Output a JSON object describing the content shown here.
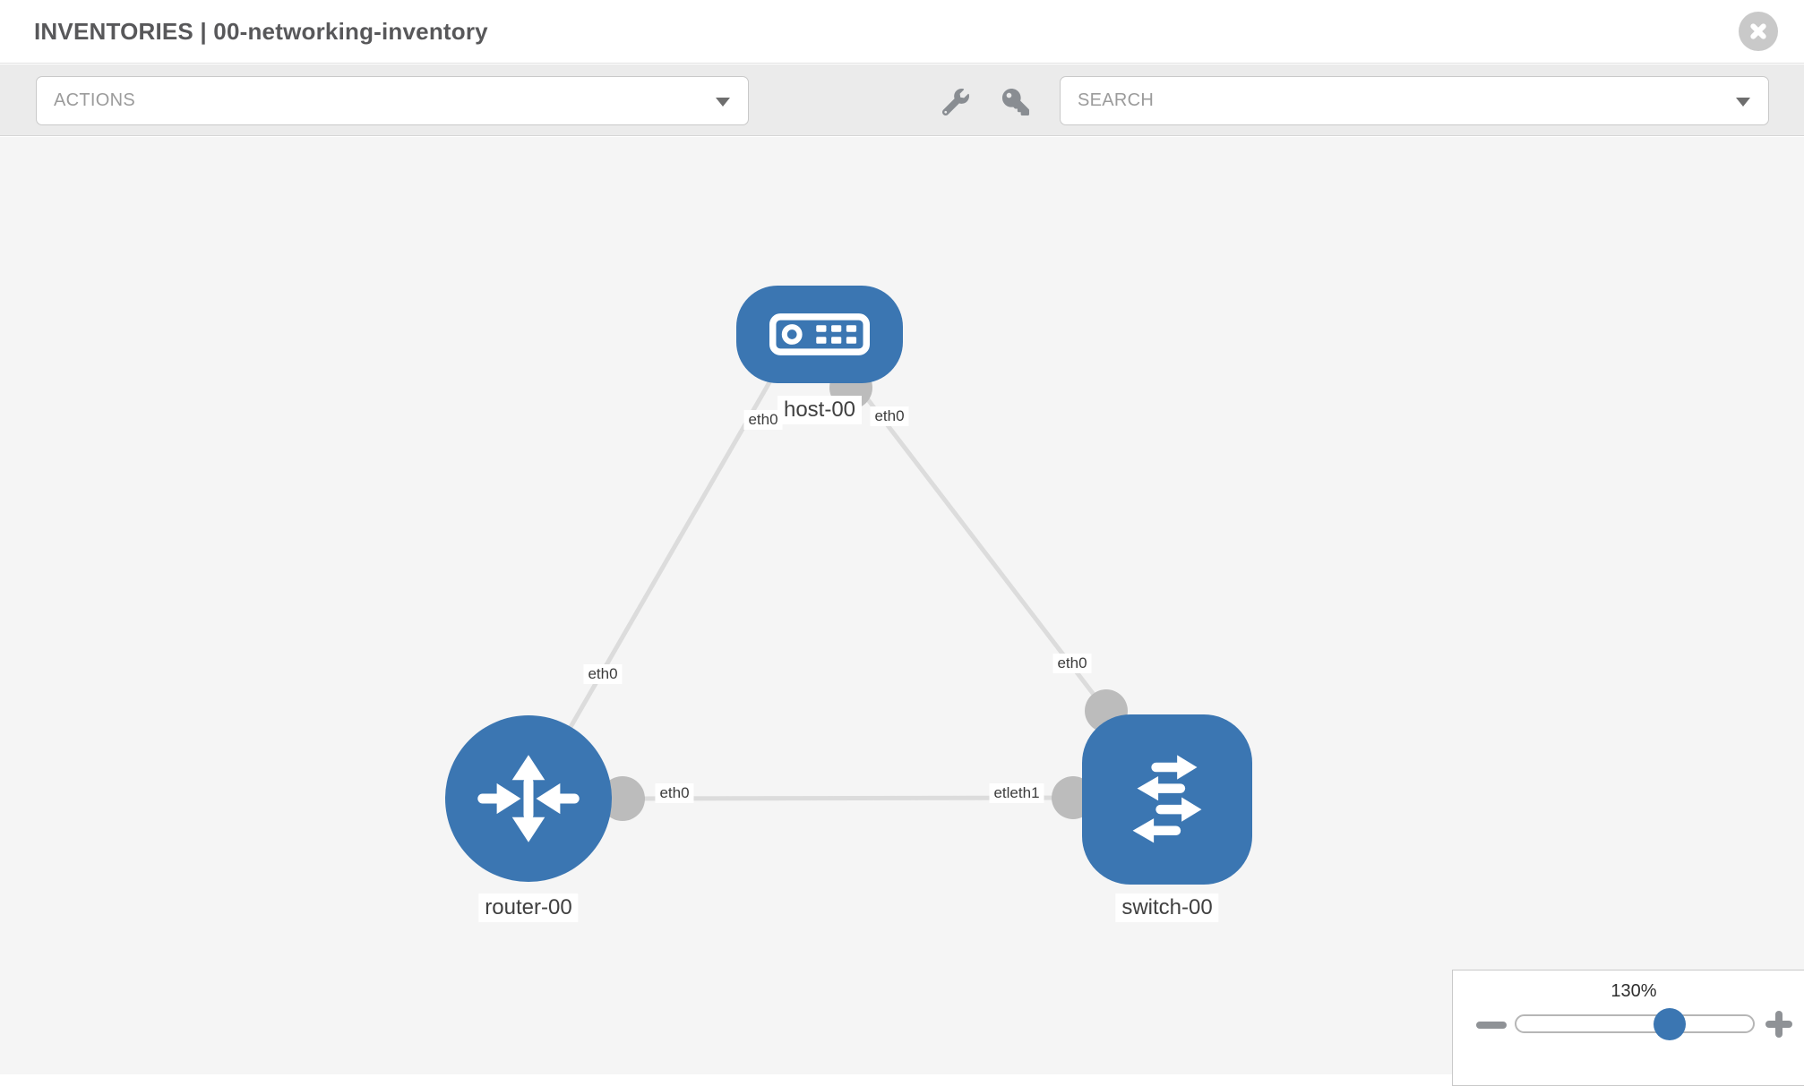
{
  "header": {
    "title": "INVENTORIES | 00-networking-inventory"
  },
  "toolbar": {
    "actions_label": "ACTIONS",
    "search_label": "SEARCH",
    "icons": [
      "wrench-icon",
      "key-icon"
    ]
  },
  "canvas": {
    "nodes": [
      {
        "label": "host-00",
        "type": "host"
      },
      {
        "label": "router-00",
        "type": "router"
      },
      {
        "label": "switch-00",
        "type": "switch"
      }
    ],
    "links": [
      {
        "from": "host-00",
        "from_interface": "eth0",
        "to": "router-00",
        "to_interface": "eth0"
      },
      {
        "from": "host-00",
        "from_interface": "eth0",
        "to": "switch-00",
        "to_interface": "eth0"
      },
      {
        "from": "router-00",
        "from_interface": "eth0",
        "to": "switch-00",
        "to_interface": "etleth1"
      }
    ],
    "interface_labels": {
      "host_left": "eth0",
      "host_right": "eth0",
      "link_left_mid": "eth0",
      "link_right_mid": "eth0",
      "link_mid_router": "eth0",
      "link_mid_switch": "etleth1"
    }
  },
  "zoom_control": {
    "level": "130%"
  },
  "colors": {
    "accent_blue": "#3b76b2",
    "toolbar_bg": "#ebebeb",
    "canvas_bg": "#f5f5f5",
    "link_gray": "#dcdcdc",
    "interface_gray": "#bcbcbc",
    "icon_gray": "#898d92"
  }
}
